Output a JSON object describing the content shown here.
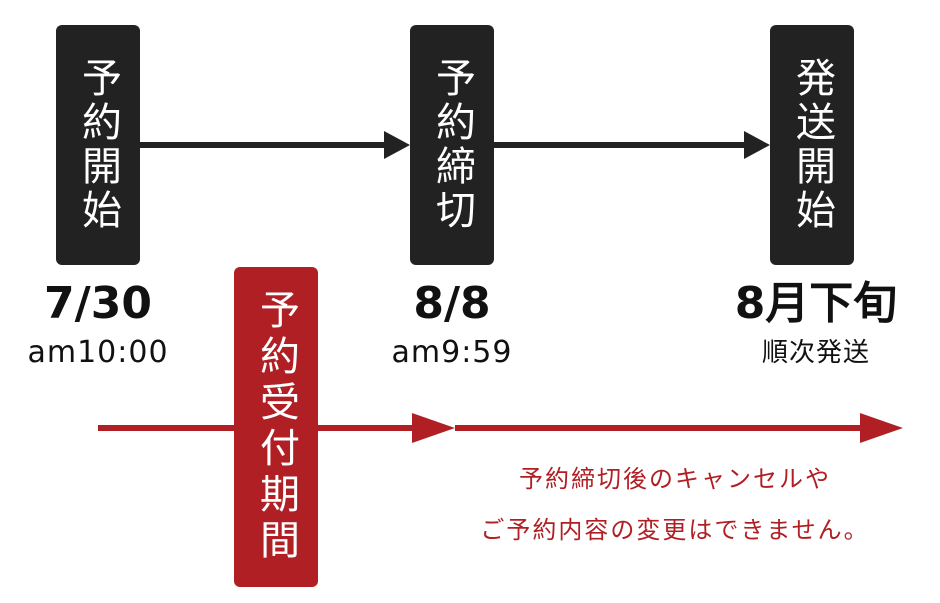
{
  "milestones": {
    "start": {
      "label": "予約開始",
      "date": "7/30",
      "time": "am10:00"
    },
    "close": {
      "label": "予約締切",
      "date": "8/8",
      "time": "am9:59"
    },
    "ship": {
      "label": "発送開始",
      "date": "8月下旬",
      "note": "順次発送"
    }
  },
  "period": {
    "label": "予約受付期間"
  },
  "notice": {
    "line1": "予約締切後のキャンセルや",
    "line2": "ご予約内容の変更はできません。"
  },
  "colors": {
    "dark_box": "#222222",
    "accent_red": "#b01f24",
    "text": "#111111"
  }
}
